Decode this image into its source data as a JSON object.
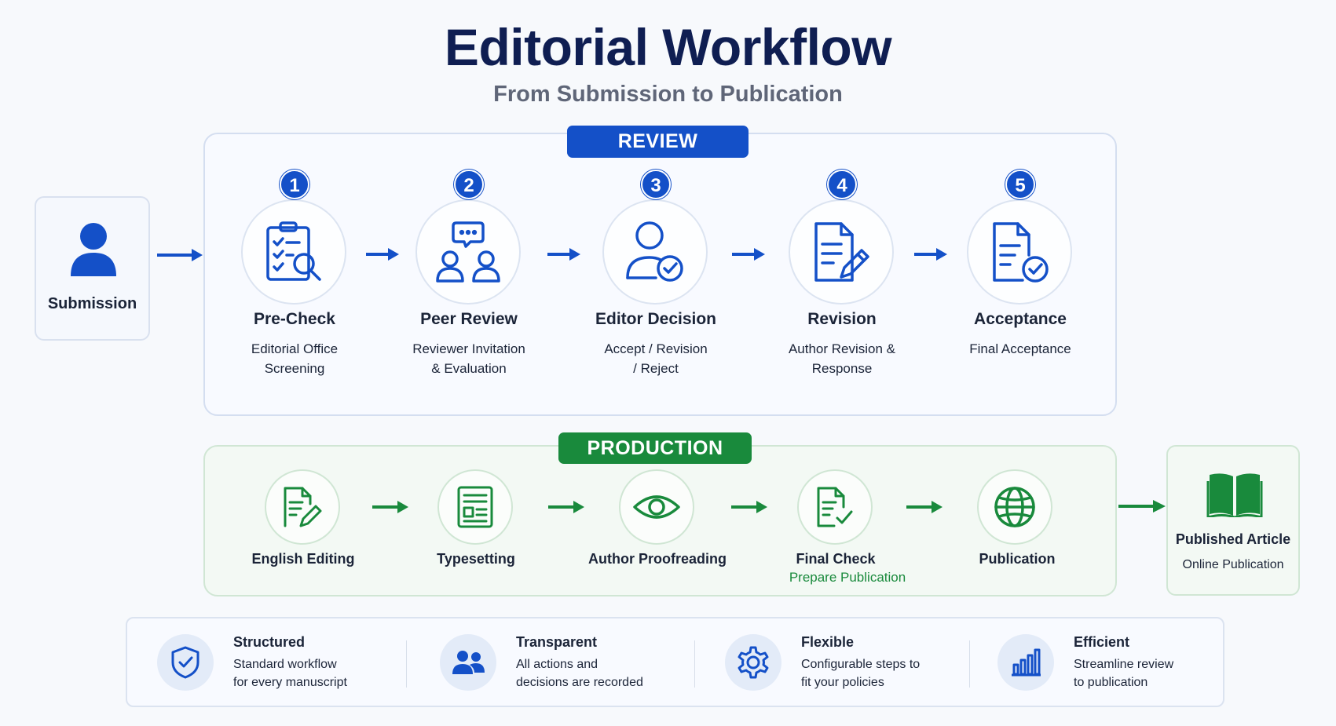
{
  "header": {
    "title": "Editorial Workflow",
    "subtitle": "From Submission to Publication"
  },
  "submission": {
    "label": "Submission",
    "icon": "user-icon"
  },
  "review": {
    "badge": "REVIEW",
    "steps": [
      {
        "number": "1",
        "title": "Pre-Check",
        "description": "Editorial Office\nScreening",
        "icon": "clipboard-search-icon"
      },
      {
        "number": "2",
        "title": "Peer Review",
        "description": "Reviewer Invitation\n& Evaluation",
        "icon": "reviewers-chat-icon"
      },
      {
        "number": "3",
        "title": "Editor Decision",
        "description": "Accept / Revision\n/ Reject",
        "icon": "user-check-icon"
      },
      {
        "number": "4",
        "title": "Revision",
        "description": "Author Revision &\nResponse",
        "icon": "document-edit-icon"
      },
      {
        "number": "5",
        "title": "Acceptance",
        "description": "Final Acceptance",
        "icon": "document-check-icon"
      }
    ]
  },
  "production": {
    "badge": "PRODUCTION",
    "steps": [
      {
        "title": "English Editing",
        "subtitle": "",
        "icon": "document-pencil-icon"
      },
      {
        "title": "Typesetting",
        "subtitle": "",
        "icon": "layout-icon"
      },
      {
        "title": "Author Proofreading",
        "subtitle": "",
        "icon": "eye-icon"
      },
      {
        "title": "Final Check",
        "subtitle": "Prepare Publication",
        "icon": "document-check-icon"
      },
      {
        "title": "Publication",
        "subtitle": "",
        "icon": "globe-icon"
      }
    ]
  },
  "published": {
    "title": "Published Article",
    "subtitle": "Online Publication",
    "icon": "open-book-icon"
  },
  "features": [
    {
      "title": "Structured",
      "description": "Standard workflow\nfor every manuscript",
      "icon": "shield-check-icon"
    },
    {
      "title": "Transparent",
      "description": "All actions and\ndecisions are recorded",
      "icon": "users-icon"
    },
    {
      "title": "Flexible",
      "description": "Configurable steps to\nfit your policies",
      "icon": "gear-icon"
    },
    {
      "title": "Efficient",
      "description": "Streamline review\nto publication",
      "icon": "bar-chart-icon"
    }
  ],
  "colors": {
    "primary_blue": "#1450c8",
    "production_green": "#198a3c",
    "title_navy": "#0f1e52"
  }
}
